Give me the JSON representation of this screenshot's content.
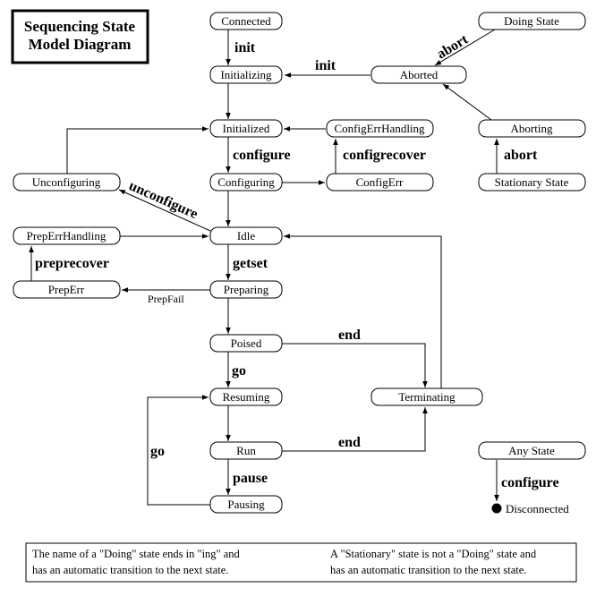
{
  "title": {
    "line1": "Sequencing State",
    "line2": "Model Diagram"
  },
  "states": {
    "connected": "Connected",
    "initializing": "Initializing",
    "initialized": "Initialized",
    "configuring": "Configuring",
    "idle": "Idle",
    "preparing": "Preparing",
    "poised": "Poised",
    "resuming": "Resuming",
    "run": "Run",
    "pausing": "Pausing",
    "doing_state": "Doing State",
    "aborted": "Aborted",
    "aborting": "Aborting",
    "stationary_state": "Stationary State",
    "config_err_handling": "ConfigErrHandling",
    "config_err": "ConfigErr",
    "unconfiguring": "Unconfiguring",
    "prep_err_handling": "PrepErrHandling",
    "prep_err": "PrepErr",
    "terminating": "Terminating",
    "any_state": "Any State",
    "disconnected": "Disconnected"
  },
  "transitions": {
    "init_from_connected": "init",
    "init_from_aborted": "init",
    "abort_from_doing": "abort",
    "abort_from_stationary": "abort",
    "configure_initialized": "configure",
    "configrecover": "configrecover",
    "unconfigure": "unconfigure",
    "getset": "getset",
    "preprecover": "preprecover",
    "prep_fail": "PrepFail",
    "end_from_poised": "end",
    "end_from_run": "end",
    "go_from_poised": "go",
    "go_from_pausing": "go",
    "pause": "pause",
    "configure_any": "configure"
  },
  "notes": {
    "left_line1": "The name of a \"Doing\" state ends in \"ing\" and",
    "left_line2": "has an automatic transition to the next state.",
    "right_line1": "A \"Stationary\" state is not a \"Doing\" state and",
    "right_line2": "has an automatic transition to the next state."
  }
}
